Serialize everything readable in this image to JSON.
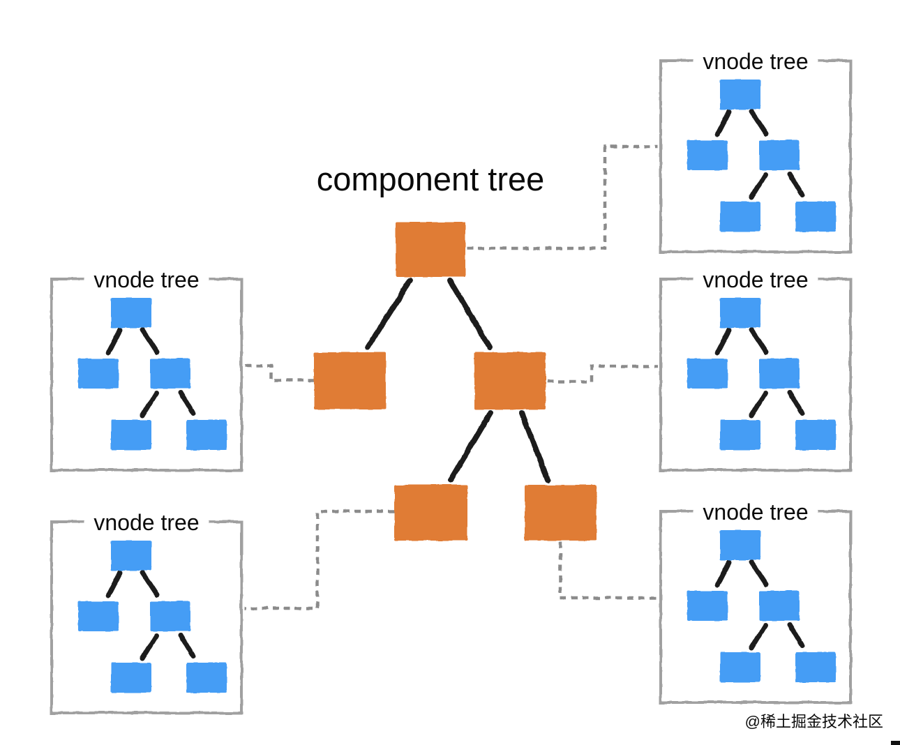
{
  "diagram": {
    "title": "component tree",
    "watermark": "@稀土掘金技术社区",
    "vnode_box_count": 5,
    "nodes_per_component_tree": 5,
    "nodes_per_vnode_tree": 5,
    "vnode_boxes": [
      {
        "position": "top-right",
        "label": "vnode tree"
      },
      {
        "position": "middle-right",
        "label": "vnode tree"
      },
      {
        "position": "bottom-right",
        "label": "vnode tree"
      },
      {
        "position": "middle-left",
        "label": "vnode tree"
      },
      {
        "position": "bottom-left",
        "label": "vnode tree"
      }
    ],
    "colors": {
      "background": "#ffffff",
      "component_node": "#e07b35",
      "vnode_node": "#459df5",
      "box_border": "#a0a0a0",
      "connector": "#8b8b8b",
      "tree_edge": "#1c1c1c",
      "title_text": "#0a0a0a",
      "watermark_text": "#b8b8b8",
      "corner_artifact": "#111111"
    }
  }
}
